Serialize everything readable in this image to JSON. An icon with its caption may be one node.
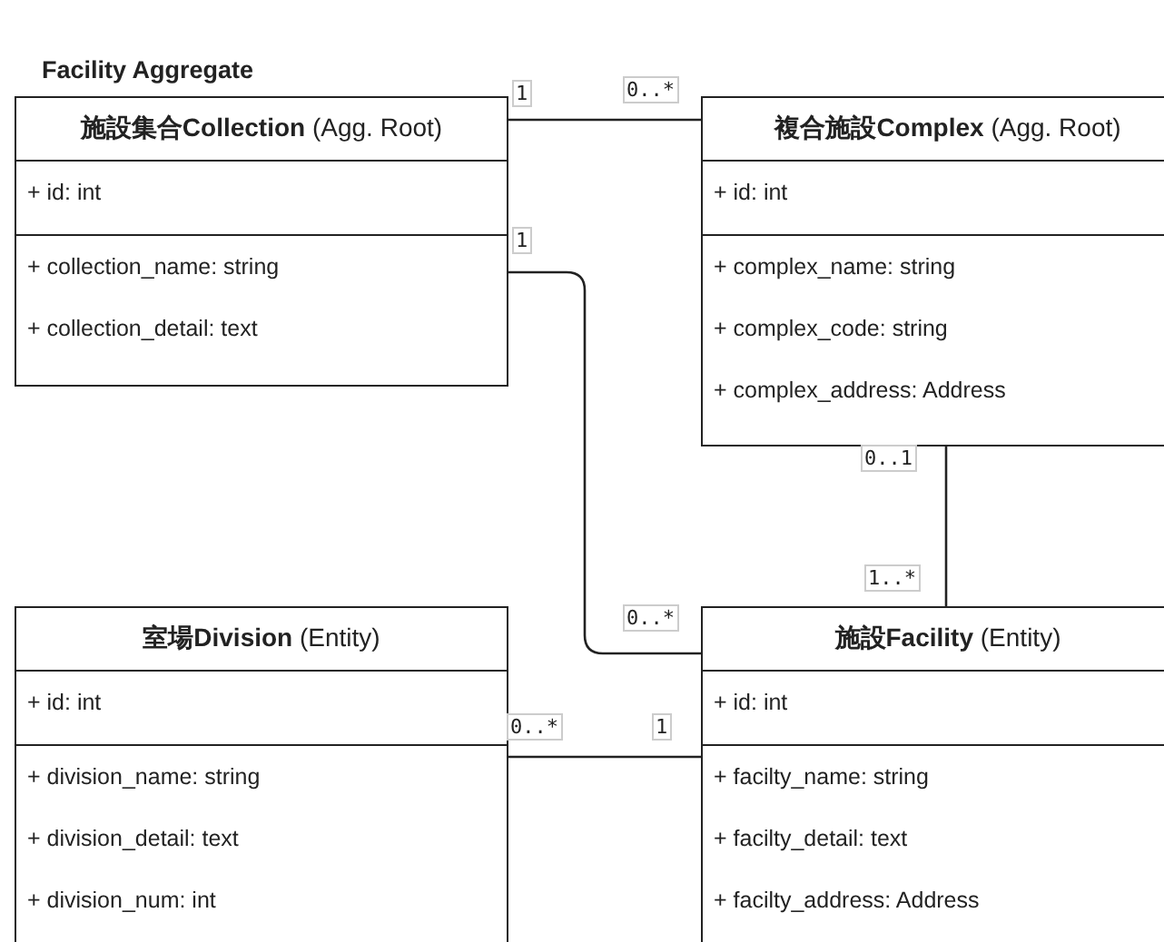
{
  "diagram": {
    "title": "Facility Aggregate",
    "nodes": [
      {
        "text": [
          "**施設集合Collection** (Agg. Root)",
          "+ id: int",
          "+ collection_name: string",
          "+ collection_detail: text"
        ]
      },
      {
        "text": [
          "**複合施設Complex** (Agg. Root)",
          "+ id: int",
          "+ complex_name: string",
          "+ complex_code: string",
          "+ complex_address: Address"
        ]
      },
      {
        "text": [
          "**室場Division** (Entity)",
          "+ id: int",
          "+ division_name: string",
          "+ division_detail: text",
          "+ division_num: int"
        ]
      },
      {
        "text": [
          "**施設Facility** (Entity)",
          "+ id: int",
          "+ facilty_name: string",
          "+ facilty_detail: text",
          "+ facilty_address: Address"
        ]
      }
    ],
    "edges": [
      {
        "from": 0,
        "to": 1,
        "arrow": "none"
      },
      {
        "from": 0,
        "to": 3,
        "arrow": "none"
      },
      {
        "from": 1,
        "to": 3,
        "arrow": "none"
      },
      {
        "from": 2,
        "to": 3,
        "arrow": "none"
      }
    ],
    "labels": [
      "1",
      "0..*",
      "1",
      "0..1",
      "1..*",
      "0..*",
      "0..*",
      "1"
    ]
  }
}
